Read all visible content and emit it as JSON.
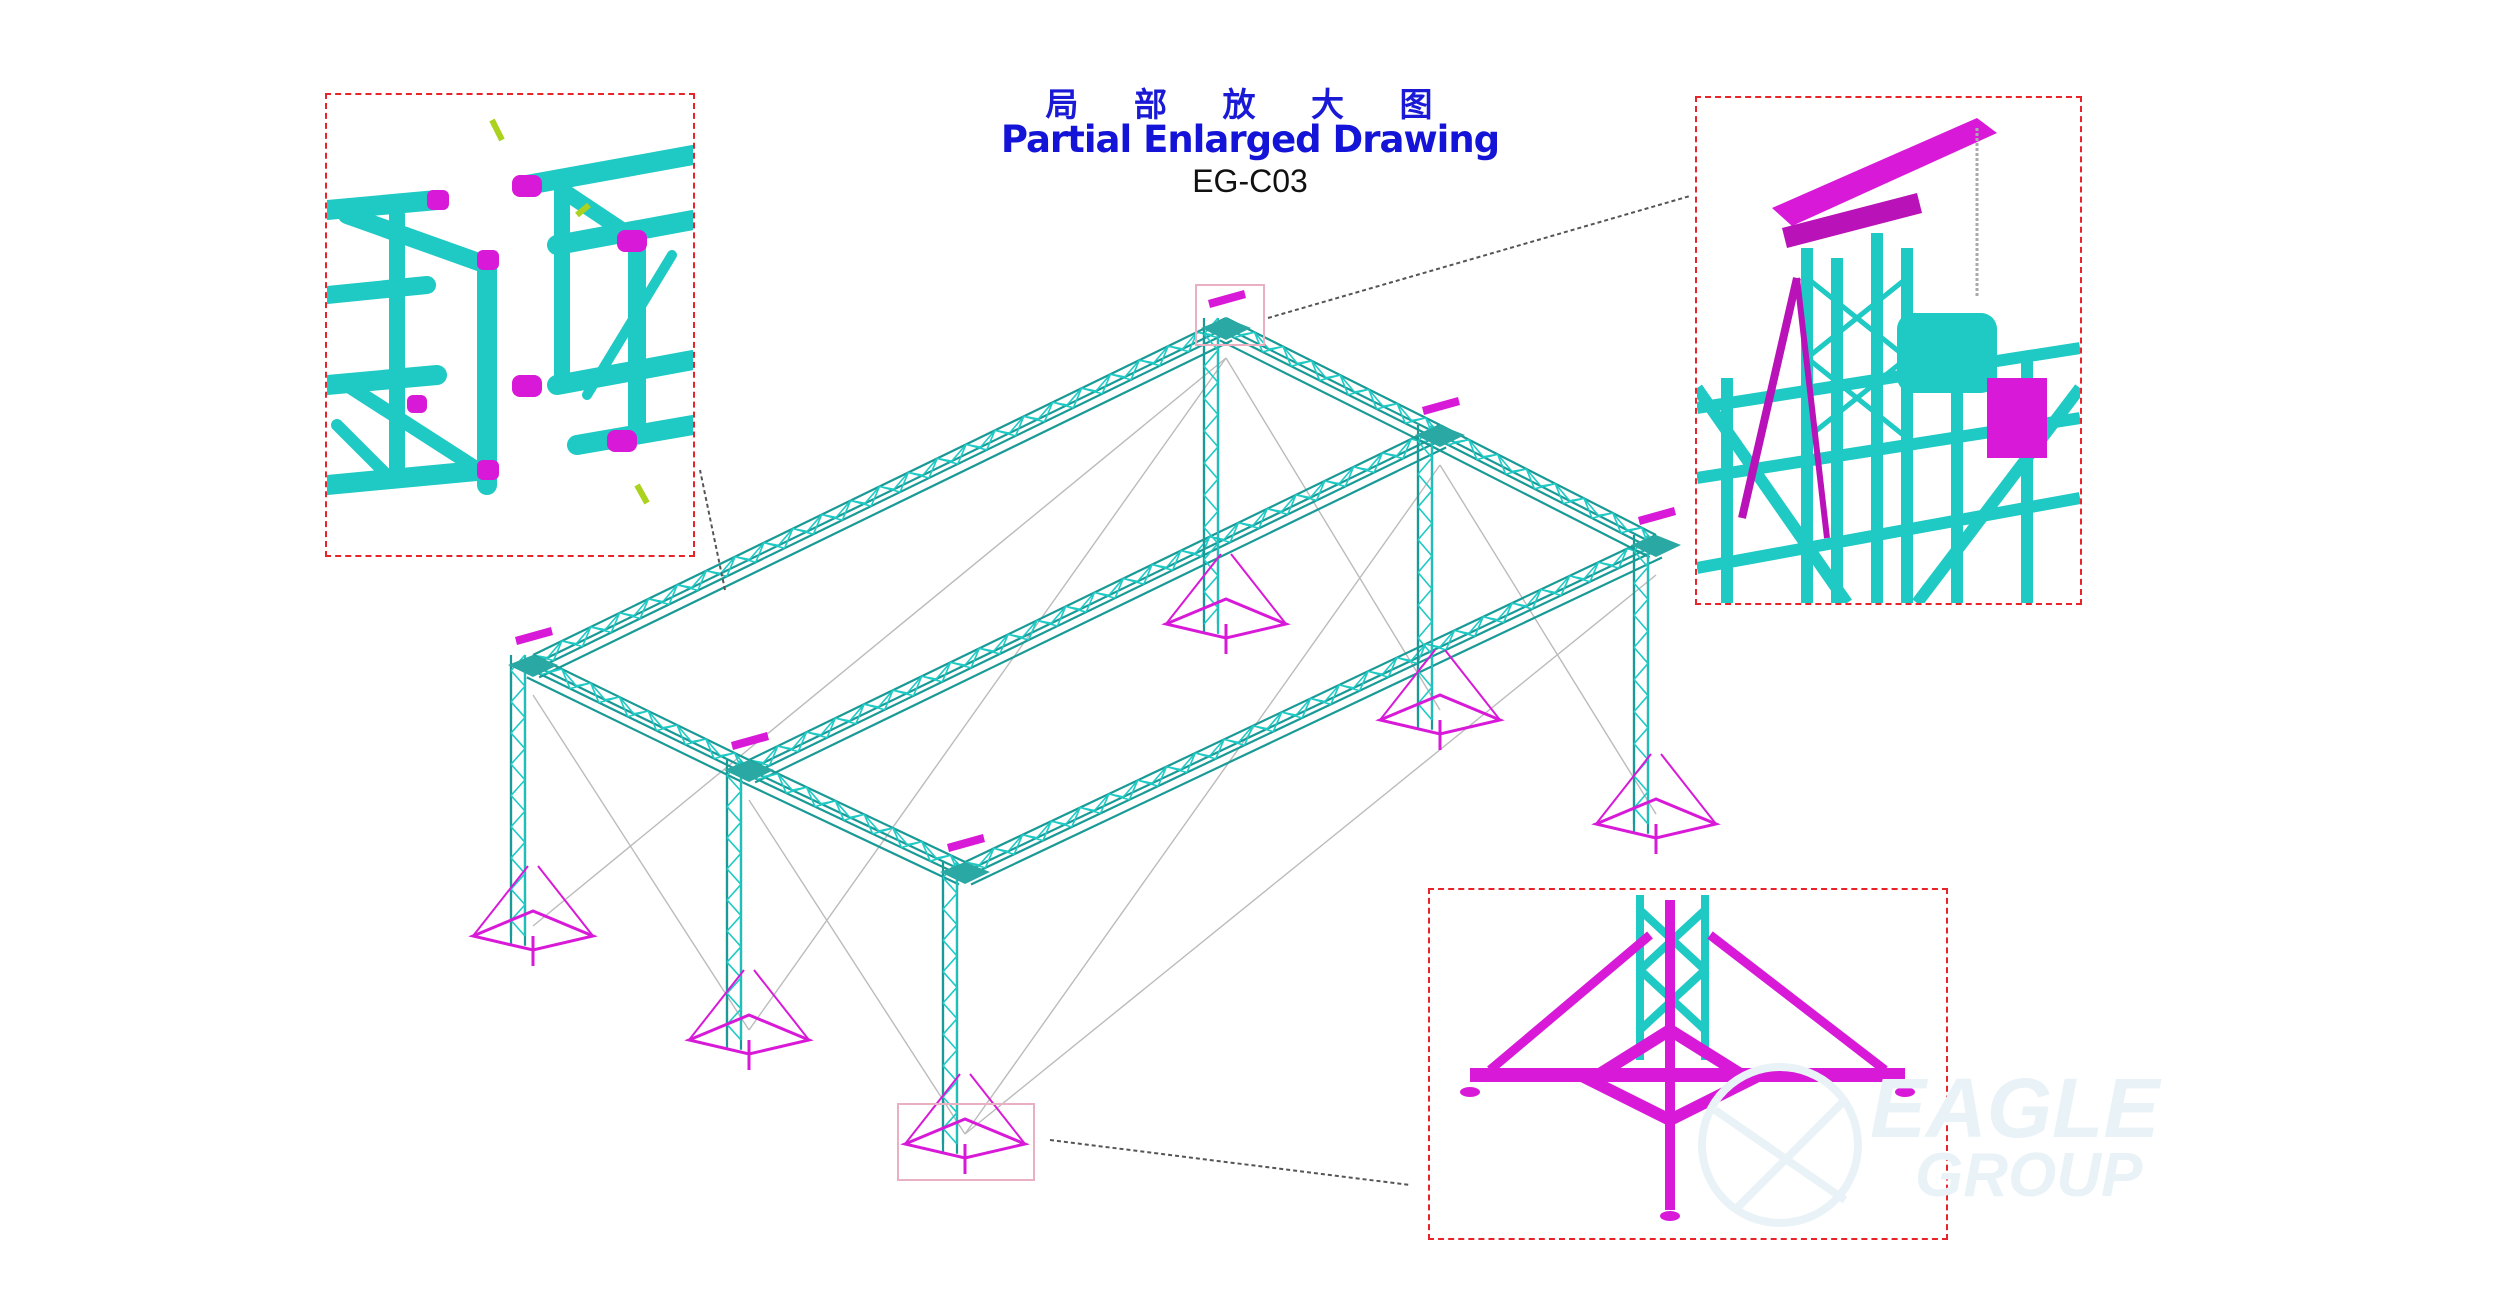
{
  "header": {
    "title_cn": "局 部 放 大 图",
    "title_en": "Partial Enlarged Drawing",
    "code": "EG-C03"
  },
  "watermark": {
    "line1": "EAGLE",
    "line2": "GROUP"
  },
  "colors": {
    "truss": "#1fc9c4",
    "truss_dark": "#1a9a96",
    "fitting": "#d81ad8",
    "callout_border": "#e8242a",
    "title": "#1414d8"
  },
  "insets": [
    {
      "name": "truss-connection-detail"
    },
    {
      "name": "top-sleeve-block-detail"
    },
    {
      "name": "base-outrigger-detail"
    }
  ]
}
